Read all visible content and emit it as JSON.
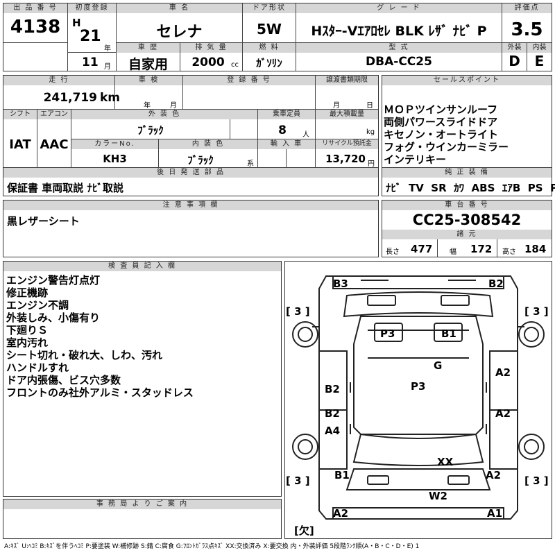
{
  "header": {
    "lot_label": "出 品 番 号",
    "lot_number": "4138",
    "first_reg_label": "初度登録",
    "era": "H",
    "year": "21",
    "year_unit": "年",
    "month": "11",
    "month_unit": "月",
    "car_name_label": "車  名",
    "car_name": "セレナ",
    "door_label": "ドア形状",
    "door_type": "5W",
    "grade_label": "グ レ ー ド",
    "grade": "Hｽﾀｰ-Vｴｱﾛｾﾚ BLK ﾚｻﾞ ﾅﾋﾞ P",
    "score_label": "評価点",
    "score": "3.5",
    "exterior_label": "外装",
    "interior_label": "内装",
    "exterior_grade": "D",
    "interior_grade": "E",
    "history_label": "車  歴",
    "history": "自家用",
    "displacement_label": "排 気 量",
    "displacement": "2000",
    "displacement_unit": "cc",
    "fuel_label": "燃  料",
    "fuel": "ｶﾞｿﾘﾝ",
    "model_label": "型  式",
    "model": "DBA-CC25"
  },
  "mid": {
    "mileage_label": "走  行",
    "mileage": "241,719",
    "mileage_unit": "km",
    "inspection_label": "車  検",
    "year_unit": "年",
    "month_unit": "月",
    "plate_label": "登 録 番 号",
    "transfer_label": "譲渡書類期限",
    "day_unit": "日",
    "shift_label": "シフト",
    "aircon_label": "エアコン",
    "shift": "IAT",
    "aircon": "AAC",
    "ext_color_label": "外 装 色",
    "ext_color": "ﾌﾞﾗｯｸ",
    "capacity_label": "乗車定員",
    "capacity": "8",
    "capacity_unit": "人",
    "load_label": "最大積載量",
    "load_unit": "kg",
    "color_no_label": "カラーNo.",
    "color_no": "KH3",
    "int_color_label": "内 装 色",
    "int_color": "ﾌﾞﾗｯｸ",
    "int_color_unit": "系",
    "import_label": "輸 入 車",
    "recycle_label": "リサイクル預託金",
    "recycle": "13,720",
    "recycle_unit": "円",
    "later_parts_label": "後 日 発 送 部 品",
    "later_parts": "保証書 車両取説 ﾅﾋﾞ取説"
  },
  "sales": {
    "label": "セールスポイント",
    "items": [
      "ＭＯＰツインサンルーフ",
      "両側パワースライドドア",
      "キセノン・オートライト",
      "フォグ・ウインカーミラー",
      "インテリキー"
    ]
  },
  "equipment": {
    "label": "純 正 装 備",
    "items": [
      "ﾅﾋﾞ",
      "TV",
      "SR",
      "ｶﾜ",
      "ABS",
      "ｴｱB",
      "PS",
      "PW"
    ]
  },
  "caution": {
    "label": "注 意 事 項 欄",
    "text": "黒レザーシート"
  },
  "chassis": {
    "label": "車 台 番 号",
    "number": "CC25-308542",
    "dims_label": "諸 元",
    "length_label": "長さ",
    "length": "477",
    "width_label": "幅",
    "width": "172",
    "height_label": "高さ",
    "height": "184"
  },
  "inspector": {
    "label": "検 査 員 記 入 欄",
    "notes": [
      "エンジン警告灯点灯",
      "修正機跡",
      "エンジン不調",
      "外装しみ、小傷有り",
      "下廻りＳ",
      "室内汚れ",
      "シート切れ・破れ大、しわ、汚れ",
      "ハンドルすれ",
      "ドア内張傷、ビス穴多数",
      "フロントのみ社外アルミ・スタッドレス"
    ]
  },
  "office": {
    "label": "事 務 局 よ り ご 案 内"
  },
  "diagram": {
    "marks": {
      "b3": "B3",
      "b2_top": "B2",
      "p3_top": "P3",
      "b1_top": "B1",
      "g": "G",
      "p3_mid": "P3",
      "b2_left": "B2",
      "b2_left2": "B2",
      "a4": "A4",
      "a2_r1": "A2",
      "a2_r2": "A2",
      "xx": "XX",
      "b1_bot": "B1",
      "a2_r3": "A2",
      "w2": "W2",
      "a2_bot": "A2",
      "a1": "A1"
    },
    "tires": {
      "fl": "[ 3 ]",
      "fr": "[ 3 ]",
      "rl": "[ 3 ]",
      "rr": "[ 3 ]"
    },
    "spare": "[欠]"
  },
  "legend": "A:ｷｽﾞ U:ﾍｺﾐ B:ｷｽﾞを伴うﾍｺﾐ P:要塗装 W:補修跡 S:錆 C:腐食 G:ﾌﾛﾝﾄｶﾞﾗｽ点ｷｽﾞ XX:交換済み X:要交換 内・外装評価 5段階ﾗﾝｸ順(A・B・C・D・E) 1"
}
